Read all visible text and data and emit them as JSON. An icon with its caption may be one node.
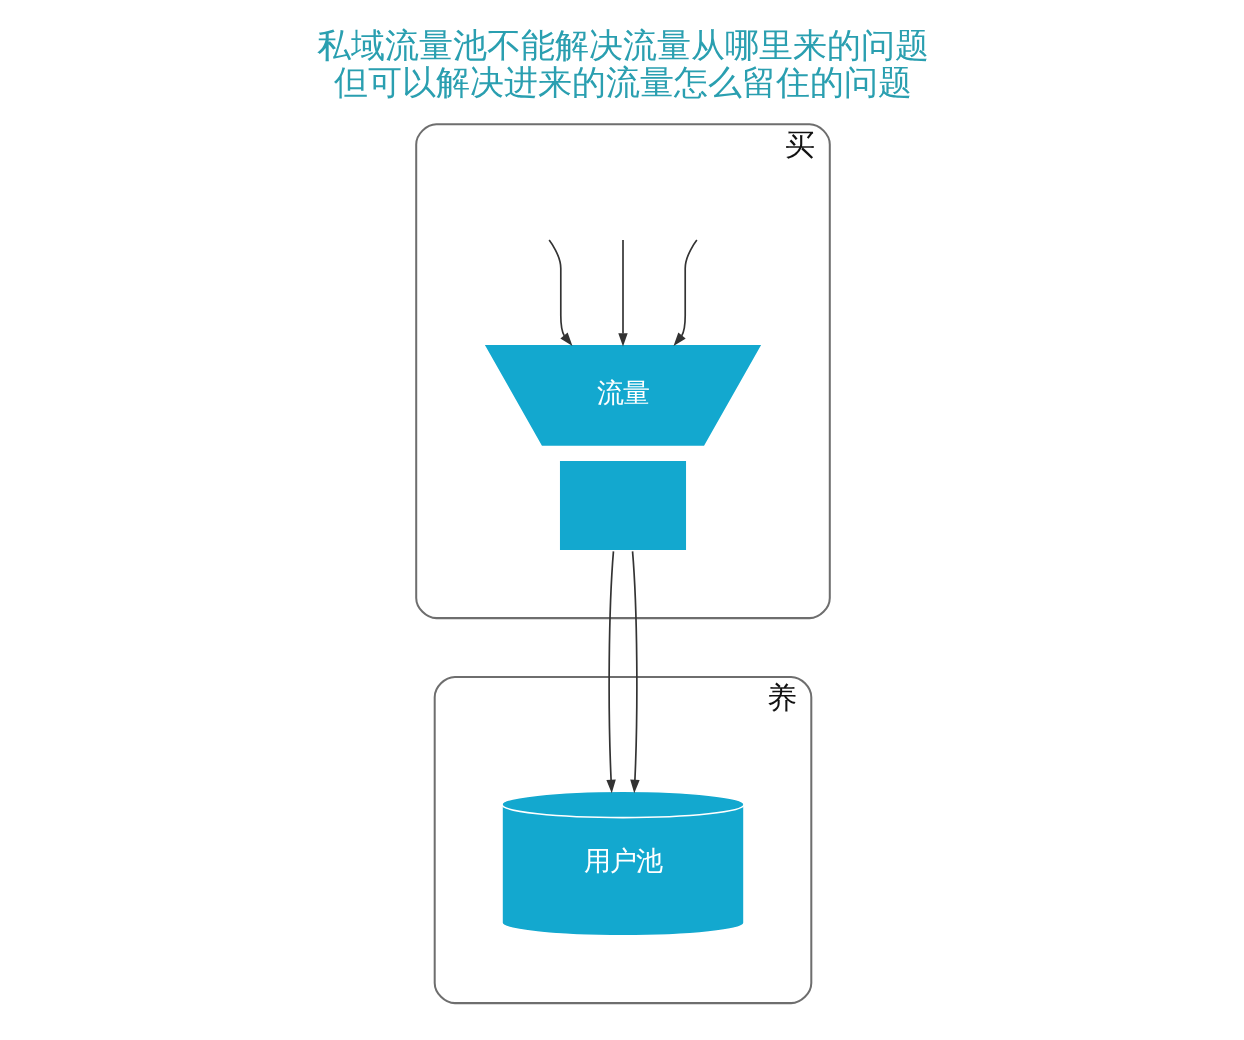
{
  "diagram": {
    "title": "私域流量池不能解决流量从哪里来的问题但可以解决进来的流量怎么留住的问题",
    "nodes": [
      {
        "text": [
          "买"
        ]
      },
      {
        "text": [
          "流量"
        ],
        "in": 0
      },
      {
        "text": [],
        "shape": "box",
        "in": 0
      },
      {
        "text": [
          "养"
        ]
      },
      {
        "text": [
          "用户池"
        ],
        "in": 3
      }
    ],
    "edges": [
      {
        "from": null,
        "to": 1,
        "arrow": "to"
      },
      {
        "from": null,
        "to": 1,
        "arrow": "to"
      },
      {
        "from": null,
        "to": 1,
        "arrow": "to"
      },
      {
        "from": 2,
        "to": 4,
        "arrow": "to"
      },
      {
        "from": 2,
        "to": 4,
        "arrow": "to"
      }
    ]
  }
}
